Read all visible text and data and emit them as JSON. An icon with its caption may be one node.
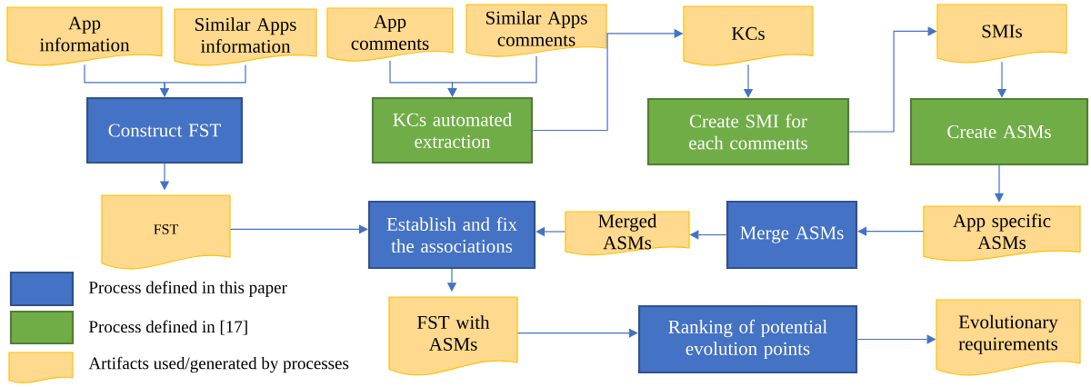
{
  "diagram": {
    "nodes": [
      {
        "text": [
          "App information"
        ]
      },
      {
        "text": [
          "Similar Apps information"
        ]
      },
      {
        "text": [
          "Construct FST"
        ]
      },
      {
        "text": [
          "App comments"
        ]
      },
      {
        "text": [
          "Similar Apps comments"
        ]
      },
      {
        "text": [
          "KCs automated extraction"
        ]
      },
      {
        "text": [
          "KCs"
        ]
      },
      {
        "text": [
          "Create SMI for each comments"
        ]
      },
      {
        "text": [
          "SMIs"
        ]
      },
      {
        "text": [
          "Create ASMs"
        ]
      },
      {
        "text": [
          "FST"
        ]
      },
      {
        "text": [
          "Establish and fix the associations"
        ]
      },
      {
        "text": [
          "Merged ASMs"
        ]
      },
      {
        "text": [
          "Merge ASMs"
        ]
      },
      {
        "text": [
          "App specific ASMs"
        ]
      },
      {
        "text": [
          "FST with ASMs"
        ]
      },
      {
        "text": [
          "Ranking of potential evolution points"
        ]
      },
      {
        "text": [
          "Evolutionary requirements"
        ]
      }
    ],
    "edges": [
      {
        "from": 0,
        "to": 2,
        "arrow": "to"
      },
      {
        "from": 1,
        "to": 2,
        "arrow": "to"
      },
      {
        "from": 2,
        "to": 10,
        "arrow": "to"
      },
      {
        "from": 3,
        "to": 5,
        "arrow": "to"
      },
      {
        "from": 4,
        "to": 5,
        "arrow": "to"
      },
      {
        "from": 5,
        "to": 6,
        "arrow": "to"
      },
      {
        "from": 6,
        "to": 7,
        "arrow": "to"
      },
      {
        "from": 7,
        "to": 8,
        "arrow": "to"
      },
      {
        "from": 8,
        "to": 9,
        "arrow": "to"
      },
      {
        "from": 9,
        "to": 14,
        "arrow": "to"
      },
      {
        "from": 14,
        "to": 13,
        "arrow": "to"
      },
      {
        "from": 13,
        "to": 12,
        "arrow": "to"
      },
      {
        "from": 12,
        "to": 11,
        "arrow": "to"
      },
      {
        "from": 10,
        "to": 11,
        "arrow": "to"
      },
      {
        "from": 11,
        "to": 15,
        "arrow": "to"
      },
      {
        "from": 15,
        "to": 16,
        "arrow": "to"
      },
      {
        "from": 16,
        "to": 17,
        "arrow": "to"
      }
    ],
    "legend": [
      {
        "text": "Process defined in this paper",
        "color": "#4472c4"
      },
      {
        "text": "Process defined in [17]",
        "color": "#70ad47"
      },
      {
        "text": "Artifacts used/generated by processes",
        "color": "#fed98e"
      }
    ]
  }
}
